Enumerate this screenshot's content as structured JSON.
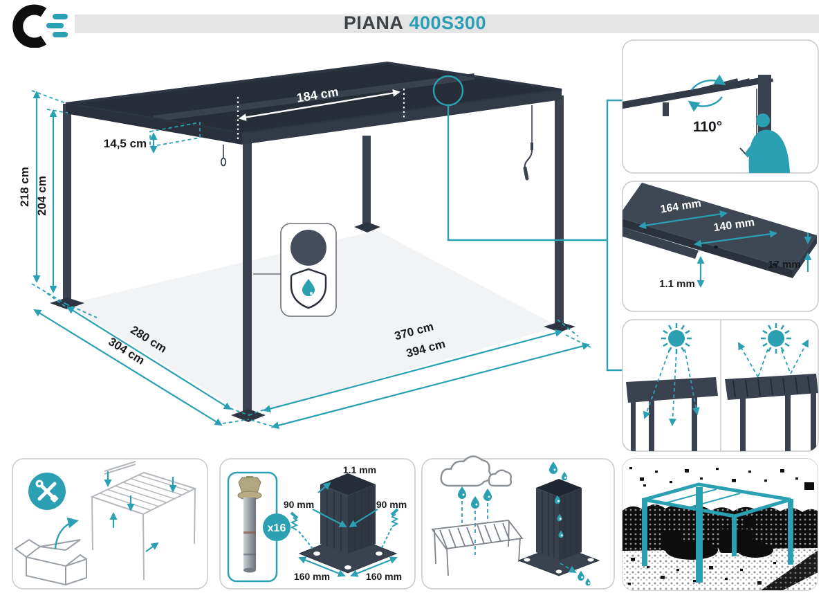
{
  "header": {
    "logo_name": "c-logo",
    "title_primary": "PIANA",
    "title_secondary": "400S300"
  },
  "main_diagram": {
    "labels": {
      "total_height": "218 cm",
      "clear_height": "204 cm",
      "beam_height": "14,5 cm",
      "roof_section_width": "184 cm",
      "inner_depth": "280 cm",
      "outer_depth": "304 cm",
      "inner_width": "370 cm",
      "outer_width": "394 cm"
    }
  },
  "side_panels": {
    "louver_rotation": {
      "angle_label": "110°"
    },
    "slat_profile": {
      "outer_width": "164 mm",
      "inner_width": "140 mm",
      "edge_height": "17 mm",
      "material_thickness": "1.1 mm"
    }
  },
  "bottom_panels": {
    "anchoring": {
      "bolt_count": "x16",
      "wall_thickness": "1.1 mm",
      "post_width": "90 mm",
      "post_depth": "90 mm",
      "base_width": "160 mm",
      "base_depth": "160 mm"
    }
  },
  "colors": {
    "accent_teal": "#2AA0B2",
    "structure_dark": "#3A4250",
    "header_bar": "#E4E4E4",
    "title_dark": "#3D4247"
  }
}
